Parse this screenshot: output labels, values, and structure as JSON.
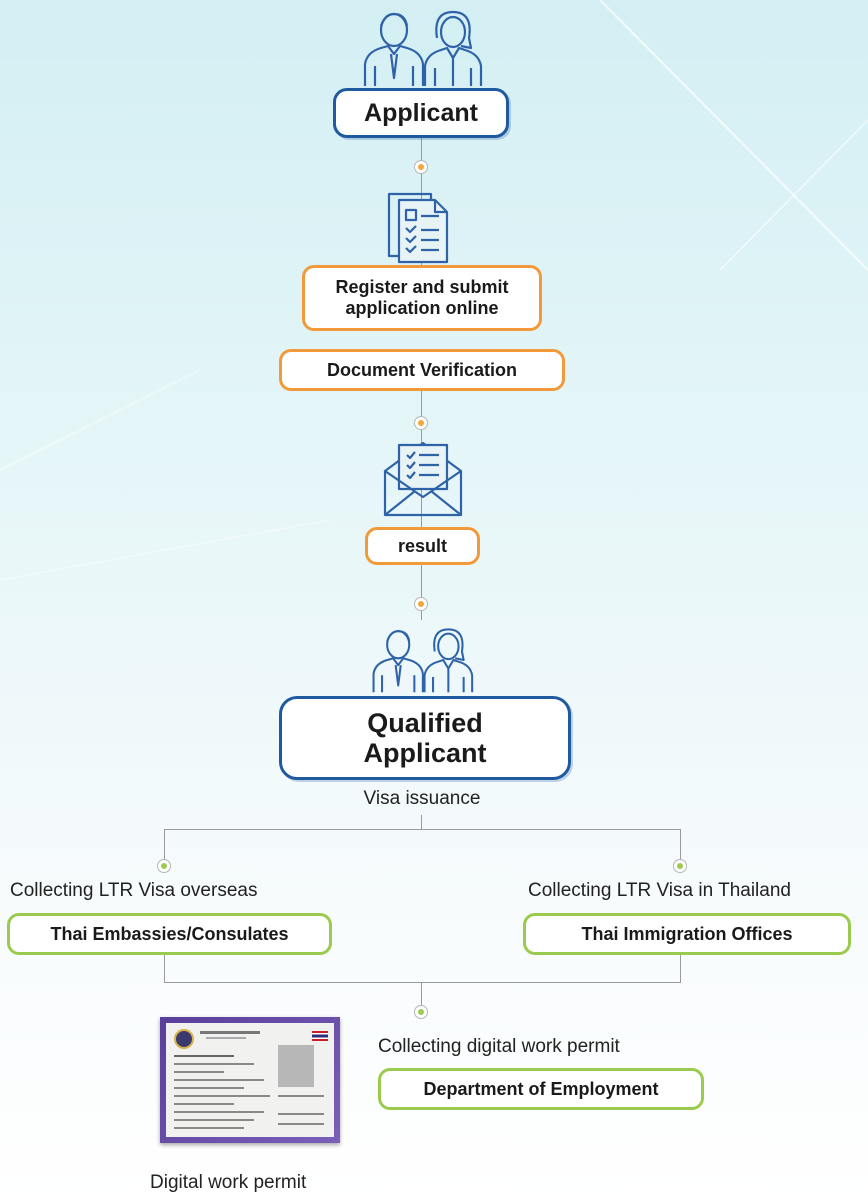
{
  "colors": {
    "blue_box": "#1f5aa0",
    "orange_box": "#f29a3a",
    "green_box": "#9bcb4e",
    "icon_blue": "#2f63a8",
    "connector": "#9a9a9a"
  },
  "nodes": {
    "applicant": "Applicant",
    "register": "Register and submit application online",
    "verification": "Document Verification",
    "result": "result",
    "qualified": "Qualified Applicant",
    "visa_issuance": "Visa issuance",
    "overseas_caption": "Collecting LTR Visa overseas",
    "embassies": "Thai Embassies/Consulates",
    "thailand_caption": "Collecting LTR Visa in Thailand",
    "immigration": "Thai Immigration Offices",
    "work_permit_caption": "Collecting digital work permit",
    "employment": "Department of Employment",
    "digital_permit_label": "Digital work permit"
  },
  "icons": [
    "people-icon",
    "document-icon",
    "envelope-icon",
    "people-icon",
    "work-permit-card-image"
  ]
}
